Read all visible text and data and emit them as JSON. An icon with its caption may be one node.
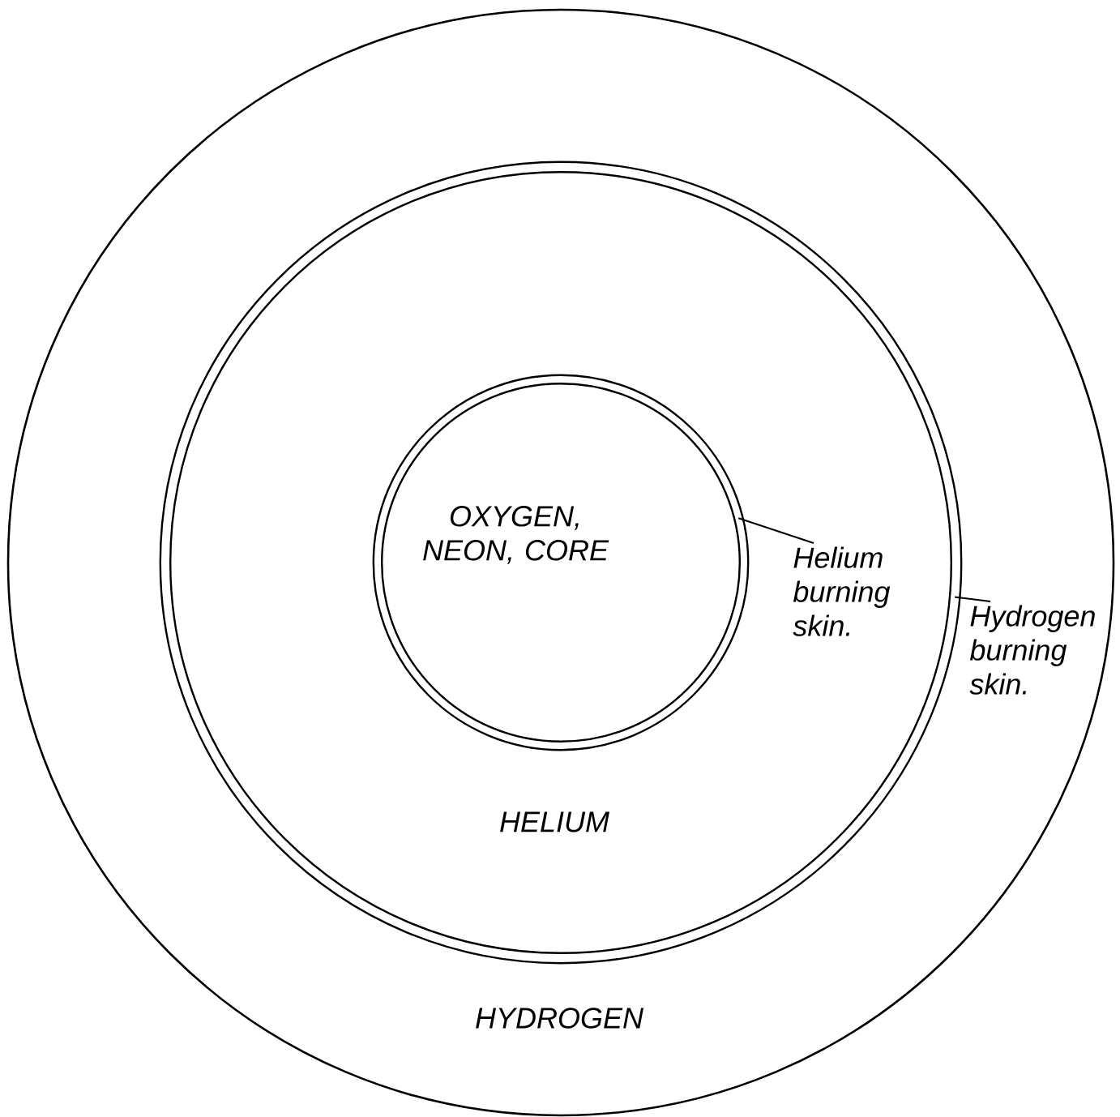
{
  "diagram": {
    "nodes": [
      {
        "text": [
          "HYDROGEN"
        ]
      },
      {
        "text": [
          "HELIUM"
        ],
        "in": 0
      },
      {
        "text": [
          "OXYGEN, NEON, CORE"
        ],
        "in": 1
      },
      {
        "text": [
          "Helium burning skin."
        ],
        "in": 1
      },
      {
        "text": [
          "Hydrogen burning skin."
        ],
        "in": 0
      }
    ],
    "edges": [
      {
        "from": 3,
        "to": 2,
        "arrow": "none"
      },
      {
        "from": 4,
        "to": 1,
        "arrow": "none"
      }
    ]
  }
}
